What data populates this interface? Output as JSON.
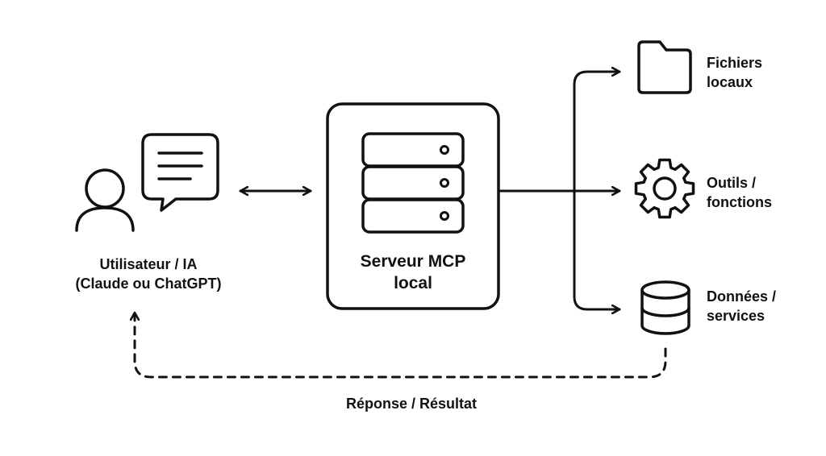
{
  "user": {
    "line1": "Utilisateur / IA",
    "line2": "(Claude ou ChatGPT)"
  },
  "server": {
    "line1": "Serveur MCP",
    "line2": "local"
  },
  "targets": {
    "files": {
      "line1": "Fichiers",
      "line2": "locaux",
      "icon": "folder-icon"
    },
    "tools": {
      "line1": "Outils /",
      "line2": "fonctions",
      "icon": "gear-icon"
    },
    "data": {
      "line1": "Données /",
      "line2": "services",
      "icon": "database-icon"
    }
  },
  "response": {
    "label": "Réponse / Résultat"
  },
  "colors": {
    "stroke": "#111111",
    "background": "#ffffff"
  }
}
